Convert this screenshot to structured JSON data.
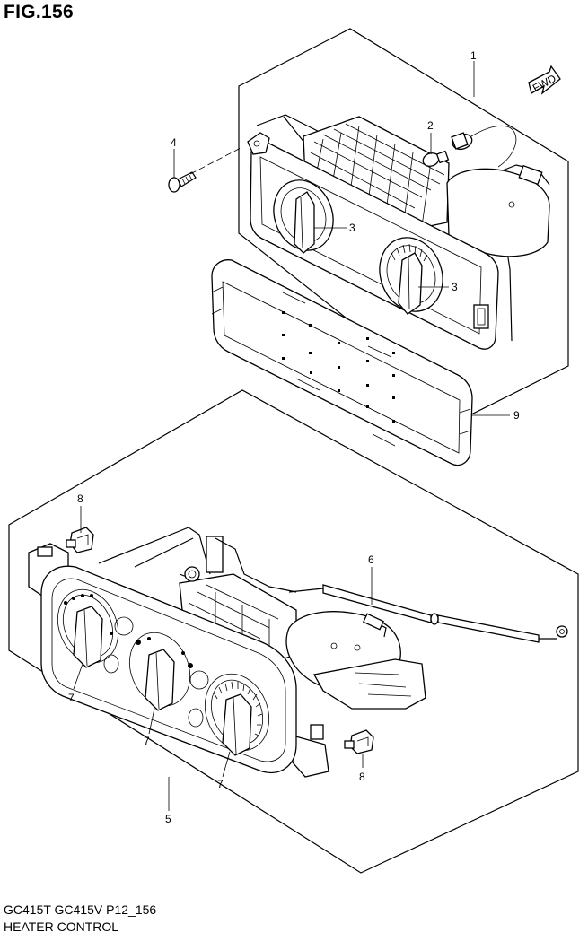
{
  "figure": {
    "title": "FIG.156",
    "models": "GC415T GC415V P12_156",
    "caption": "HEATER CONTROL",
    "fwd_label": "FWD"
  },
  "callouts": [
    "1",
    "2",
    "3",
    "3",
    "4",
    "5",
    "6",
    "7",
    "7",
    "7",
    "8",
    "8",
    "9"
  ]
}
